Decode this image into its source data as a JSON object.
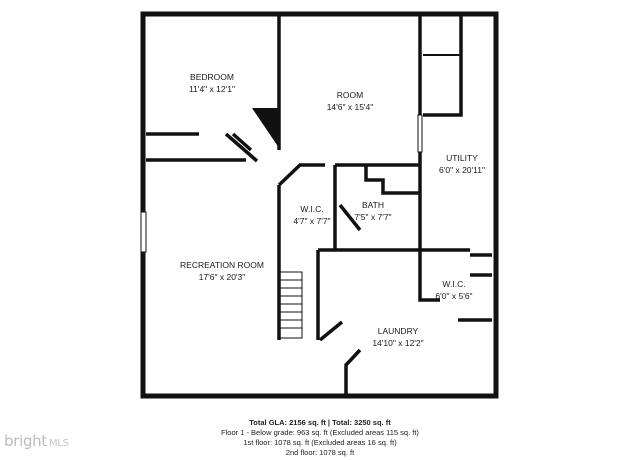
{
  "rooms": [
    {
      "id": "bedroom",
      "name": "BEDROOM",
      "size": "11'4\" x 12'1\""
    },
    {
      "id": "room",
      "name": "ROOM",
      "size": "14'6\" x 15'4\""
    },
    {
      "id": "utility",
      "name": "UTILITY",
      "size": "6'0\" x 20'11\""
    },
    {
      "id": "wic1",
      "name": "W.I.C.",
      "size": "4'7\" x 7'7\""
    },
    {
      "id": "bath",
      "name": "BATH",
      "size": "7'5\" x 7'7\""
    },
    {
      "id": "recreation",
      "name": "RECREATION ROOM",
      "size": "17'6\" x 20'3\""
    },
    {
      "id": "wic2",
      "name": "W.I.C.",
      "size": "6'0\" x 5'6\""
    },
    {
      "id": "laundry",
      "name": "LAUNDRY",
      "size": "14'10\" x 12'2\""
    }
  ],
  "summary": {
    "totals": "Total GLA: 2156 sq. ft | Total: 3250 sq. ft",
    "floor1": "Floor 1 - Below grade: 963 sq. ft (Excluded areas 115 sq. ft)",
    "floor_first": "1st floor: 1078 sq. ft (Excluded areas 16 sq. ft)",
    "floor_second": "2nd floor: 1078 sq. ft"
  },
  "watermark": {
    "brand": "bright",
    "suffix": "MLS"
  },
  "colors": {
    "wall": "#111111",
    "background": "#ffffff"
  }
}
